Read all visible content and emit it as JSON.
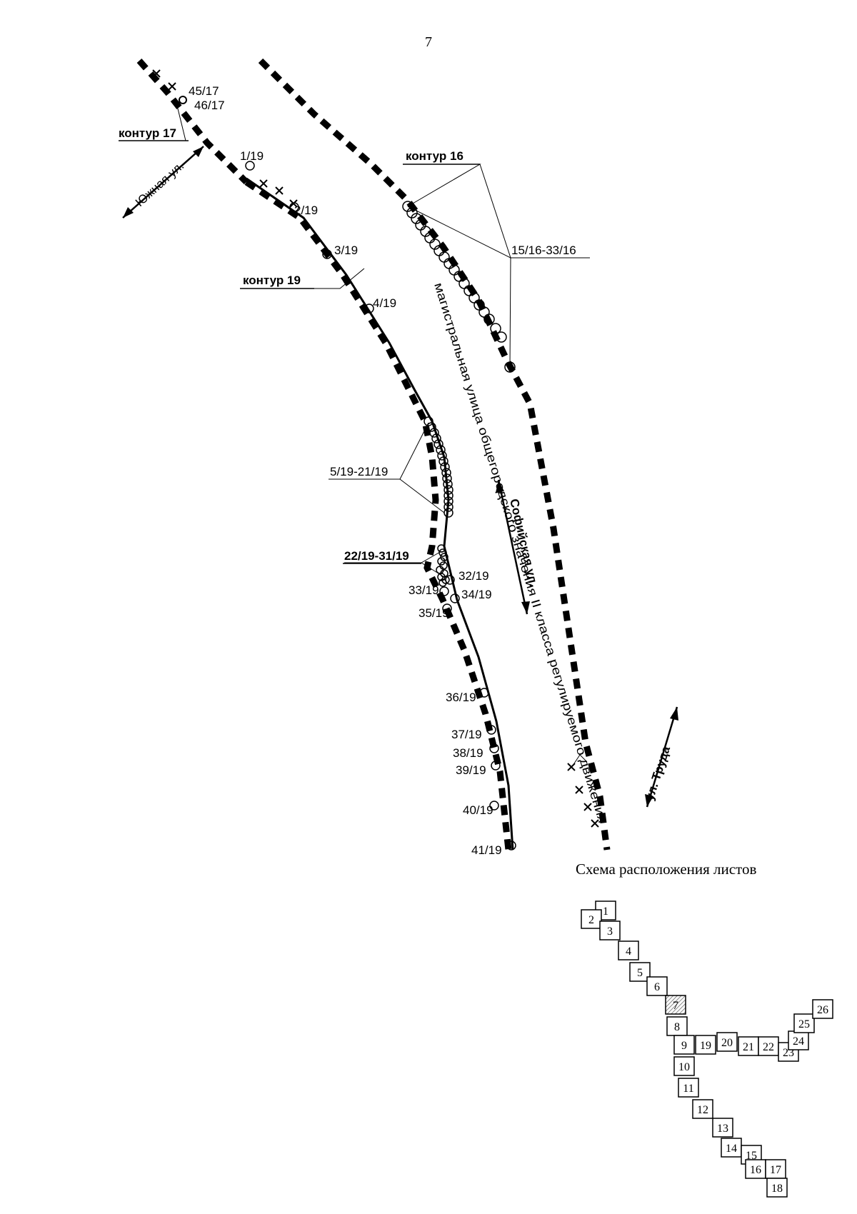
{
  "page_number": "7",
  "contours": {
    "c17": "контур 17",
    "c16": "контур 16",
    "c19": "контур 19"
  },
  "streets": {
    "yuzhnaya": "Южная ул.",
    "sofiyskaya": "Софийская ул.",
    "truda": "ул. Труда",
    "magistral": "магистральная улица общегородского значения II класса регулируемого движения"
  },
  "point_labels": {
    "p45_17": "45/17",
    "p46_17": "46/17",
    "p1_19": "1/19",
    "p2_19": "2/19",
    "p3_19": "3/19",
    "p4_19": "4/19",
    "r15_33_16": "15/16-33/16",
    "r5_21_19": "5/19-21/19",
    "r22_31_19": "22/19-31/19",
    "p32_19": "32/19",
    "p33_19": "33/19",
    "p34_19": "34/19",
    "p35_19": "35/19",
    "p36_19": "36/19",
    "p37_19": "37/19",
    "p38_19": "38/19",
    "p39_19": "39/19",
    "p40_19": "40/19",
    "p41_19": "41/19"
  },
  "sheet_scheme": {
    "title": "Схема расположения листов",
    "current_sheet": "7",
    "sheets": [
      "1",
      "2",
      "3",
      "4",
      "5",
      "6",
      "7",
      "8",
      "9",
      "10",
      "11",
      "12",
      "13",
      "14",
      "15",
      "16",
      "17",
      "18",
      "19",
      "20",
      "21",
      "22",
      "23",
      "24",
      "25",
      "26"
    ]
  },
  "colors": {
    "ink": "#000000",
    "paper": "#ffffff",
    "hatch": "#888888"
  }
}
